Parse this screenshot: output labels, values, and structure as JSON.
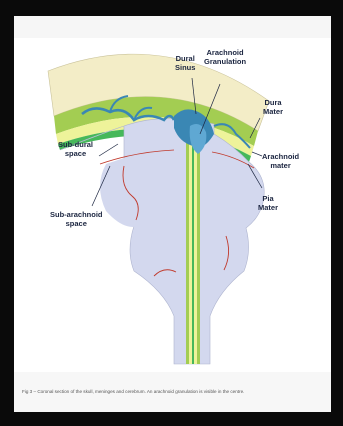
{
  "labels": {
    "dural_sinus": "Dural\nSinus",
    "arachnoid_granulation": "Arachnoid\nGranulation",
    "dura_mater": "Dura\nMater",
    "arachnoid_mater": "Arachnoid\nmater",
    "pia_mater": "Pia\nMater",
    "subdural_space": "Sub-dural\nspace",
    "subarachnoid_space": "Sub-arachnoid\nspace"
  },
  "caption": "Fig 3 – Coronal section of the skull, meninges and cerebrum. An arachnoid granulation is visible in the centre.",
  "colors": {
    "skull": "#f3edc7",
    "dura": "#a3cd52",
    "subarachnoid": "#eef39a",
    "pia": "#46b85a",
    "brain": "#d3d8ee",
    "vessel": "#3a87b4",
    "artery": "#c0392b",
    "label": "#1b2540"
  }
}
